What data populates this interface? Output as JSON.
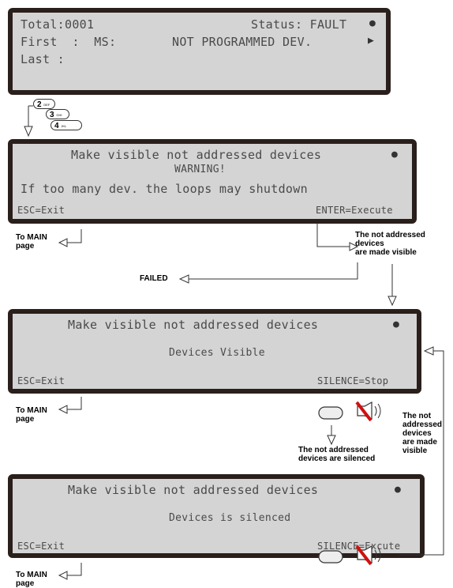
{
  "screen1": {
    "line1_left": "Total:0001",
    "line1_right": "Status: FAULT",
    "line2_left": "First  :  MS:",
    "line2_right": "NOT PROGRAMMED DEV.",
    "line3": "Last :"
  },
  "keys": [
    {
      "num": "2",
      "sub": "DEF"
    },
    {
      "num": "3",
      "sub": "GHI"
    },
    {
      "num": "4",
      "sub": "JKL"
    }
  ],
  "screen2": {
    "title": "Make visible not addressed devices",
    "warning": "WARNING!",
    "message": "If too many dev. the loops may shutdown",
    "left_key": "ESC=Exit",
    "right_key": "ENTER=Execute"
  },
  "screen3": {
    "title": "Make visible not addressed devices",
    "message": "Devices Visible",
    "left_key": "ESC=Exit",
    "right_key": "SILENCE=Stop"
  },
  "screen4": {
    "title": "Make visible not addressed devices",
    "message": "Devices is silenced",
    "left_key": "ESC=Exit",
    "right_key": "SILENCE=Excute"
  },
  "labels": {
    "to_main_1": "To MAIN\npage",
    "to_main_2": "To MAIN\npage",
    "to_main_3": "To MAIN\npage",
    "made_visible_1": "The not addressed\ndevices\nare made visible",
    "failed": "FAILED",
    "silenced": "The not addressed\ndevices are silenced",
    "made_visible_2": "The not\naddressed\ndevices\nare made\nvisible"
  }
}
